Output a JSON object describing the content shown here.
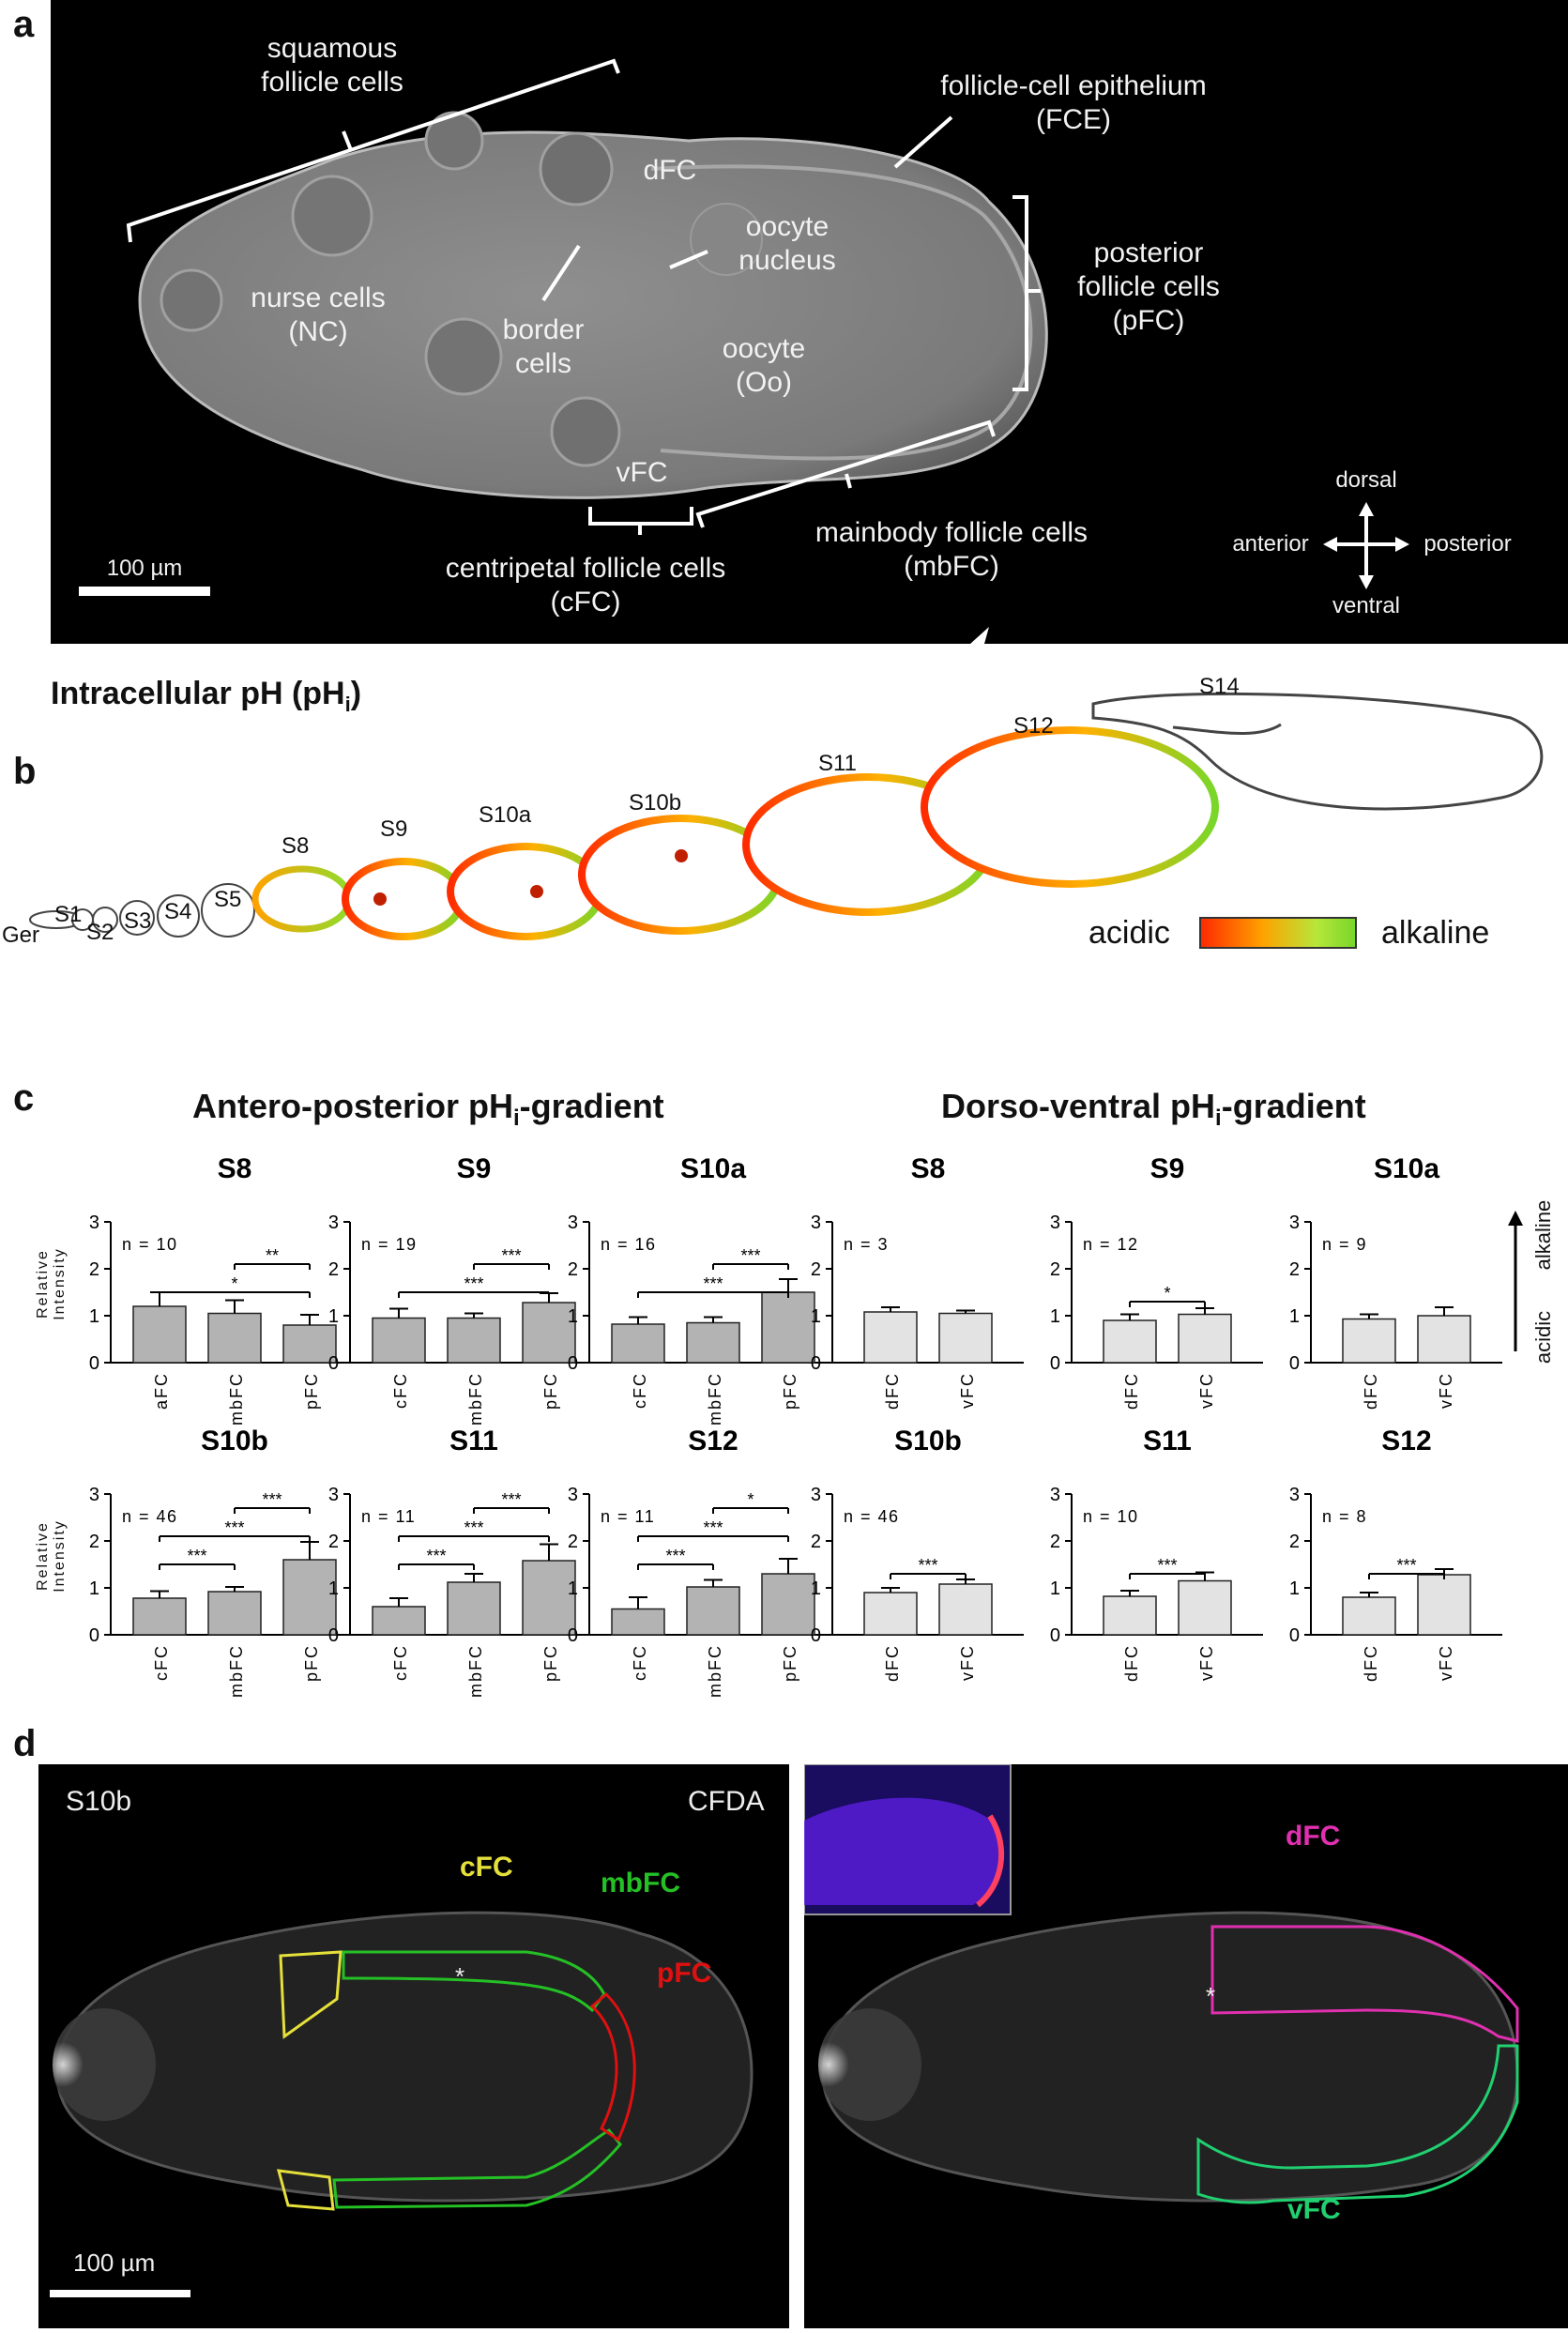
{
  "panels": {
    "a": "a",
    "b": "b",
    "c": "c",
    "d": "d"
  },
  "panel_a": {
    "labels": {
      "squamous": "squamous\nfollicle cells",
      "fce": "follicle-cell epithelium\n(FCE)",
      "dfc": "dFC",
      "oocyte_nucleus": "oocyte\nnucleus",
      "nurse": "nurse cells\n(NC)",
      "border": "border\ncells",
      "oocyte": "oocyte\n(Oo)",
      "pfc": "posterior\nfollicle cells\n(pFC)",
      "vfc": "vFC",
      "centripetal": "centripetal follicle cells\n(cFC)",
      "mainbody": "mainbody follicle cells\n(mbFC)",
      "scale": "100 µm",
      "dorsal": "dorsal",
      "ventral": "ventral",
      "anterior": "anterior",
      "posterior": "posterior"
    }
  },
  "panel_b": {
    "title": "Intracellular pH (pH",
    "title_sub": "i",
    "title_end": ")",
    "stages": [
      "Ger",
      "S1",
      "S2",
      "S3",
      "S4",
      "S5",
      "S8",
      "S9",
      "S10a",
      "S10b",
      "S11",
      "S12",
      "S14"
    ],
    "legend_left": "acidic",
    "legend_right": "alkaline",
    "colors": {
      "acidic": "#ff2b00",
      "alkaline": "#79d72a"
    }
  },
  "panel_c": {
    "group_left": "Antero-posterior pH",
    "group_right": "Dorso-ventral pH",
    "group_sub": "i",
    "group_suffix": "-gradient",
    "ylabel": "Relative Intensity",
    "arrow_top": "alkaline",
    "arrow_bottom": "acidic",
    "bar_colors": {
      "ap": "#b3b3b3",
      "dv": "#e3e3e3"
    }
  },
  "chart_data": [
    {
      "type": "bar",
      "title": "S8",
      "n": "n = 10",
      "ylim": [
        0,
        3
      ],
      "yticks": [
        "0",
        "1",
        "2",
        "3"
      ],
      "categories": [
        "aFC",
        "mbFC",
        "pFC"
      ],
      "values": [
        1.2,
        1.05,
        0.8
      ],
      "errors": [
        0.3,
        0.28,
        0.22
      ],
      "sig": [
        {
          "from": 1,
          "to": 2,
          "label": "**",
          "level": 2
        },
        {
          "from": 0,
          "to": 2,
          "label": "*",
          "level": 1
        }
      ]
    },
    {
      "type": "bar",
      "title": "S9",
      "n": "n = 19",
      "ylim": [
        0,
        3
      ],
      "yticks": [
        "0",
        "1",
        "2",
        "3"
      ],
      "categories": [
        "cFC",
        "mbFC",
        "pFC"
      ],
      "values": [
        0.95,
        0.95,
        1.28
      ],
      "errors": [
        0.2,
        0.1,
        0.2
      ],
      "sig": [
        {
          "from": 1,
          "to": 2,
          "label": "***",
          "level": 2
        },
        {
          "from": 0,
          "to": 2,
          "label": "***",
          "level": 1
        }
      ]
    },
    {
      "type": "bar",
      "title": "S10a",
      "n": "n = 16",
      "ylim": [
        0,
        3
      ],
      "yticks": [
        "0",
        "1",
        "2",
        "3"
      ],
      "categories": [
        "cFC",
        "mbFC",
        "pFC"
      ],
      "values": [
        0.82,
        0.85,
        1.5
      ],
      "errors": [
        0.15,
        0.12,
        0.28
      ],
      "sig": [
        {
          "from": 1,
          "to": 2,
          "label": "***",
          "level": 2
        },
        {
          "from": 0,
          "to": 2,
          "label": "***",
          "level": 1
        }
      ]
    },
    {
      "type": "bar",
      "title": "S8",
      "n": "n = 3",
      "ylim": [
        0,
        3
      ],
      "yticks": [
        "0",
        "1",
        "2",
        "3"
      ],
      "categories": [
        "dFC",
        "vFC"
      ],
      "values": [
        1.08,
        1.05
      ],
      "errors": [
        0.1,
        0.06
      ],
      "sig": []
    },
    {
      "type": "bar",
      "title": "S9",
      "n": "n = 12",
      "ylim": [
        0,
        3
      ],
      "yticks": [
        "0",
        "1",
        "2",
        "3"
      ],
      "categories": [
        "dFC",
        "vFC"
      ],
      "values": [
        0.9,
        1.03
      ],
      "errors": [
        0.13,
        0.13
      ],
      "sig": [
        {
          "from": 0,
          "to": 1,
          "label": "*",
          "level": 1
        }
      ]
    },
    {
      "type": "bar",
      "title": "S10a",
      "n": "n = 9",
      "ylim": [
        0,
        3
      ],
      "yticks": [
        "0",
        "1",
        "2",
        "3"
      ],
      "categories": [
        "dFC",
        "vFC"
      ],
      "values": [
        0.93,
        1.0
      ],
      "errors": [
        0.1,
        0.18
      ],
      "sig": []
    },
    {
      "type": "bar",
      "title": "S10b",
      "n": "n = 46",
      "ylim": [
        0,
        3
      ],
      "yticks": [
        "0",
        "1",
        "2",
        "3"
      ],
      "categories": [
        "cFC",
        "mbFC",
        "pFC"
      ],
      "values": [
        0.78,
        0.92,
        1.6
      ],
      "errors": [
        0.15,
        0.1,
        0.38
      ],
      "sig": [
        {
          "from": 1,
          "to": 2,
          "label": "***",
          "level": 3
        },
        {
          "from": 0,
          "to": 2,
          "label": "***",
          "level": 2
        },
        {
          "from": 0,
          "to": 1,
          "label": "***",
          "level": 1
        }
      ]
    },
    {
      "type": "bar",
      "title": "S11",
      "n": "n = 11",
      "ylim": [
        0,
        3
      ],
      "yticks": [
        "0",
        "1",
        "2",
        "3"
      ],
      "categories": [
        "cFC",
        "mbFC",
        "pFC"
      ],
      "values": [
        0.6,
        1.12,
        1.58
      ],
      "errors": [
        0.18,
        0.18,
        0.35
      ],
      "sig": [
        {
          "from": 1,
          "to": 2,
          "label": "***",
          "level": 3
        },
        {
          "from": 0,
          "to": 2,
          "label": "***",
          "level": 2
        },
        {
          "from": 0,
          "to": 1,
          "label": "***",
          "level": 1
        }
      ]
    },
    {
      "type": "bar",
      "title": "S12",
      "n": "n = 11",
      "ylim": [
        0,
        3
      ],
      "yticks": [
        "0",
        "1",
        "2",
        "3"
      ],
      "categories": [
        "cFC",
        "mbFC",
        "pFC"
      ],
      "values": [
        0.55,
        1.02,
        1.3
      ],
      "errors": [
        0.25,
        0.15,
        0.32
      ],
      "sig": [
        {
          "from": 1,
          "to": 2,
          "label": "*",
          "level": 3
        },
        {
          "from": 0,
          "to": 2,
          "label": "***",
          "level": 2
        },
        {
          "from": 0,
          "to": 1,
          "label": "***",
          "level": 1
        }
      ]
    },
    {
      "type": "bar",
      "title": "S10b",
      "n": "n = 46",
      "ylim": [
        0,
        3
      ],
      "yticks": [
        "0",
        "1",
        "2",
        "3"
      ],
      "categories": [
        "dFC",
        "vFC"
      ],
      "values": [
        0.9,
        1.08
      ],
      "errors": [
        0.1,
        0.1
      ],
      "sig": [
        {
          "from": 0,
          "to": 1,
          "label": "***",
          "level": 1
        }
      ]
    },
    {
      "type": "bar",
      "title": "S11",
      "n": "n = 10",
      "ylim": [
        0,
        3
      ],
      "yticks": [
        "0",
        "1",
        "2",
        "3"
      ],
      "categories": [
        "dFC",
        "vFC"
      ],
      "values": [
        0.82,
        1.15
      ],
      "errors": [
        0.12,
        0.18
      ],
      "sig": [
        {
          "from": 0,
          "to": 1,
          "label": "***",
          "level": 1
        }
      ]
    },
    {
      "type": "bar",
      "title": "S12",
      "n": "n = 8",
      "ylim": [
        0,
        3
      ],
      "yticks": [
        "0",
        "1",
        "2",
        "3"
      ],
      "categories": [
        "dFC",
        "vFC"
      ],
      "values": [
        0.8,
        1.28
      ],
      "errors": [
        0.1,
        0.12
      ],
      "sig": [
        {
          "from": 0,
          "to": 1,
          "label": "***",
          "level": 1
        }
      ]
    }
  ],
  "panel_d": {
    "stage": "S10b",
    "stain": "CFDA",
    "cfc": "cFC",
    "mbfc": "mbFC",
    "pfc": "pFC",
    "dfc": "dFC",
    "vfc": "vFC",
    "asterisk": "*",
    "scale": "100 µm",
    "colors": {
      "cfc": "#e5e03a",
      "mbfc": "#25c025",
      "pfc": "#e01010",
      "dfc": "#e030b0",
      "vfc": "#20d070"
    }
  }
}
